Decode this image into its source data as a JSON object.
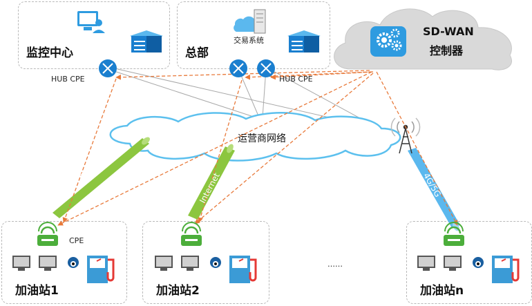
{
  "sites": {
    "monitor_center": {
      "title": "监控中心"
    },
    "hq": {
      "title": "总部",
      "trading_system": "交易系统"
    },
    "controller": {
      "line1": "SD-WAN",
      "line2": "控制器"
    }
  },
  "labels": {
    "hub_cpe_left": "HUB CPE",
    "hub_cpe_right": "HUB CPE",
    "isp_network": "运营商网络",
    "cpe": "CPE",
    "link_internet": "Internet",
    "link_4g5g": "4G/5G",
    "ellipsis": "……"
  },
  "stations": {
    "s1": "加油站1",
    "s2": "加油站2",
    "sn": "加油站n"
  },
  "colors": {
    "hub_blue": "#1a7fcf",
    "green_link": "#8cc63f",
    "blue_link": "#5bb8ee",
    "dashed_orange": "#e8793a",
    "cloud_fill": "#ffffff",
    "cloud_stroke": "#5cc0ee",
    "grey_cloud": "#d9d9d9",
    "router_green": "#4cae3b"
  }
}
